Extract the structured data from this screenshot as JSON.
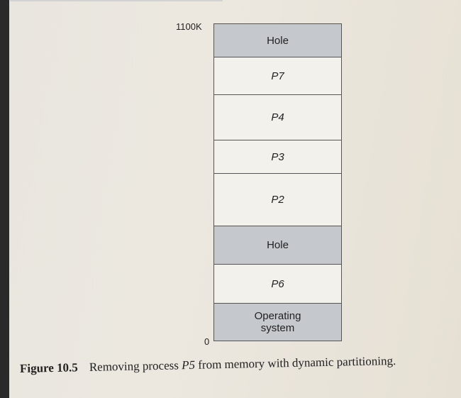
{
  "figure": {
    "top_address": "1100K",
    "bottom_address": "0",
    "segments": [
      {
        "label": "Hole",
        "type": "hole"
      },
      {
        "label": "P7",
        "type": "process"
      },
      {
        "label": "P4",
        "type": "process"
      },
      {
        "label": "P3",
        "type": "process"
      },
      {
        "label": "P2",
        "type": "process"
      },
      {
        "label": "Hole",
        "type": "hole"
      },
      {
        "label": "P6",
        "type": "process"
      },
      {
        "label": "Operating system",
        "type": "os"
      }
    ],
    "colors": {
      "hole": "#c5c8cc",
      "process": "#f3f1ec",
      "os": "#c5c8cc"
    }
  },
  "caption": {
    "number": "Figure 10.5",
    "text_before": "Removing process ",
    "process": "P5",
    "text_after": " from memory with dynamic partitioning."
  }
}
